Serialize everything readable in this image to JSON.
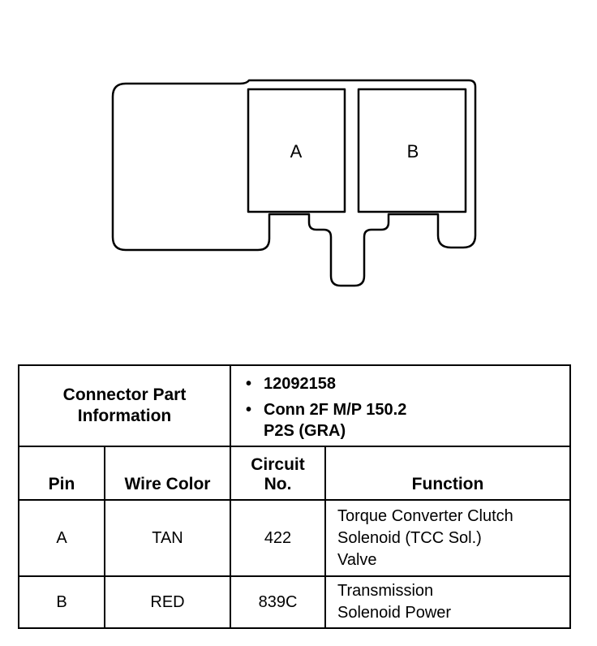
{
  "connector": {
    "pin_labels": [
      "A",
      "B"
    ]
  },
  "part_info": {
    "title_line1": "Connector Part",
    "title_line2": "Information",
    "items": [
      "12092158",
      "Conn 2F M/P 150.2",
      "P2S (GRA)"
    ]
  },
  "table": {
    "headers": {
      "pin": "Pin",
      "wire_color": "Wire Color",
      "circuit_line1": "Circuit",
      "circuit_line2": "No.",
      "function": "Function"
    },
    "rows": [
      {
        "pin": "A",
        "wire_color": "TAN",
        "circuit": "422",
        "function_lines": [
          "Torque Converter Clutch",
          "Solenoid (TCC Sol.)",
          "Valve"
        ]
      },
      {
        "pin": "B",
        "wire_color": "RED",
        "circuit": "839C",
        "function_lines": [
          "Transmission",
          "Solenoid Power"
        ]
      }
    ]
  }
}
